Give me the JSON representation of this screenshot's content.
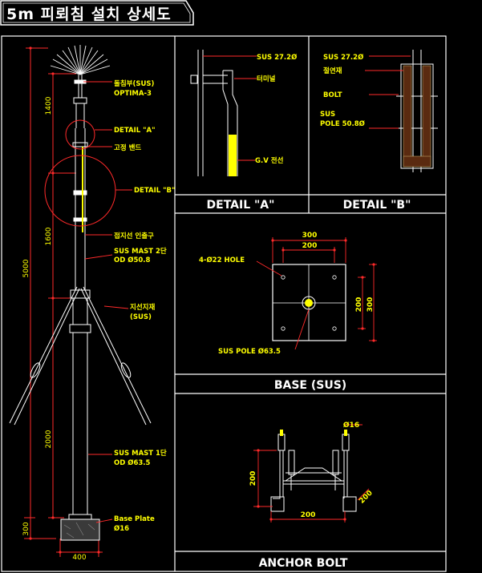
{
  "title": "5m 피뢰침 설치 상세도",
  "main": {
    "dims": {
      "total": "5000",
      "top": "1400",
      "mid": "1600",
      "low": "2000",
      "base": "300",
      "width": "400"
    },
    "labels": {
      "terminal1": "돌침부(SUS)",
      "terminal2": "OPTIMA-3",
      "detail_a": "DETAIL \"A\"",
      "band": "고정 밴드",
      "detail_b": "DETAIL \"B\"",
      "down_lead": "접지선 인출구",
      "mast2_1": "SUS MAST 2단",
      "mast2_2": "OD Ø50.8",
      "guy1": "지선지재",
      "guy2": "(SUS)",
      "mast1_1": "SUS MAST 1단",
      "mast1_2": "OD Ø63.5",
      "plate1": "Base Plate",
      "plate2": "Ø16"
    }
  },
  "detail_a": {
    "title": "DETAIL \"A\"",
    "labels": {
      "sus": "SUS 27.2Ø",
      "terminal": "터미널",
      "gv": "G.V 전선"
    }
  },
  "detail_b": {
    "title": "DETAIL \"B\"",
    "labels": {
      "sus": "SUS 27.2Ø",
      "insulator": "절연재",
      "bolt": "BOLT",
      "pole1": "SUS",
      "pole2": "POLE 50.8Ø"
    }
  },
  "base": {
    "title": "BASE (SUS)",
    "dims": {
      "outer": "300",
      "inner": "200",
      "right_inner": "200",
      "right_outer": "300"
    },
    "labels": {
      "hole": "4-Ø22 HOLE",
      "pole": "SUS POLE Ø63.5"
    }
  },
  "anchor": {
    "title": "ANCHOR BOLT",
    "dims": {
      "dia": "Ø16",
      "height": "200",
      "width": "200",
      "foot": "200"
    }
  },
  "colors": {
    "line": "#ffffff",
    "dim": "#ff2a2a",
    "label": "#ffff00",
    "accent": "#ffff00"
  }
}
